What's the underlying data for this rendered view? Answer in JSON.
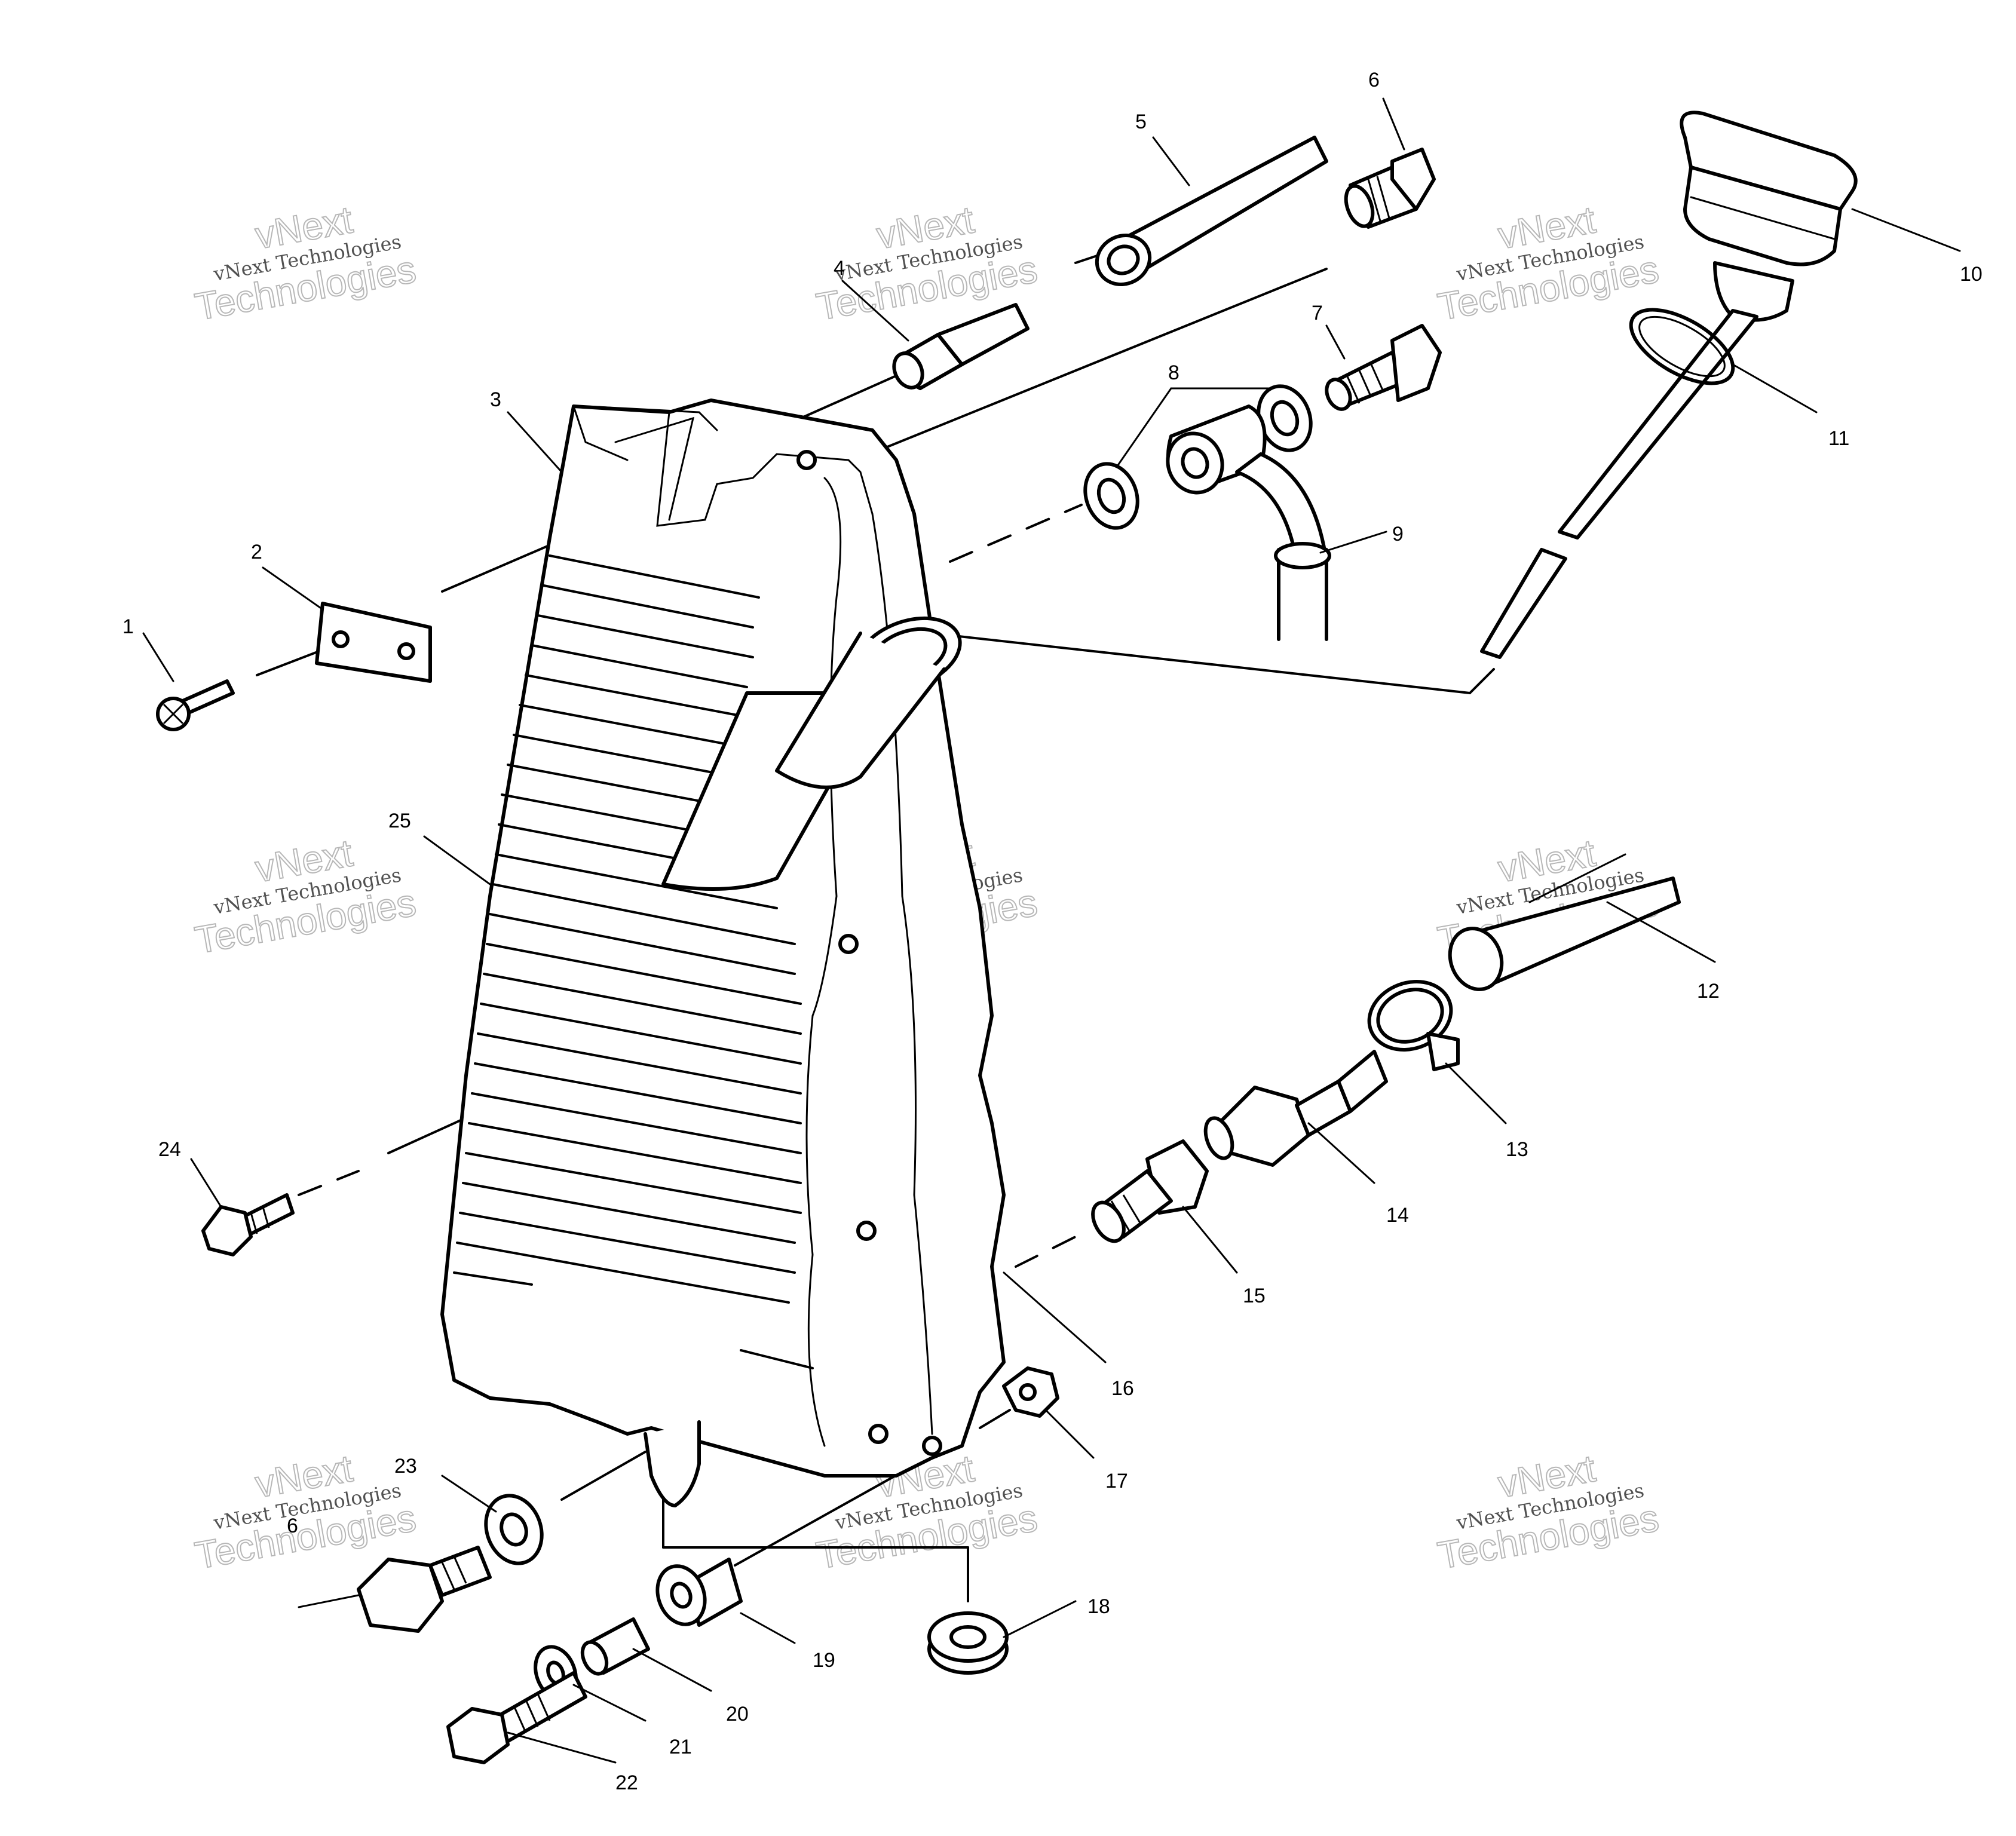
{
  "callouts": {
    "c1": "1",
    "c2": "2",
    "c3": "3",
    "c4": "4",
    "c5": "5",
    "c6": "6",
    "c6b": "6",
    "c7": "7",
    "c8": "8",
    "c9": "9",
    "c10": "10",
    "c11": "11",
    "c12": "12",
    "c13": "13",
    "c14": "14",
    "c15": "15",
    "c16": "16",
    "c17": "17",
    "c18": "18",
    "c19": "19",
    "c20": "20",
    "c21": "21",
    "c22": "22",
    "c23": "23",
    "c24": "24",
    "c25": "25"
  },
  "watermark": {
    "brand_small": "vNext Technologies",
    "brand_word": "vNext",
    "brand_tech": "Technologies"
  }
}
